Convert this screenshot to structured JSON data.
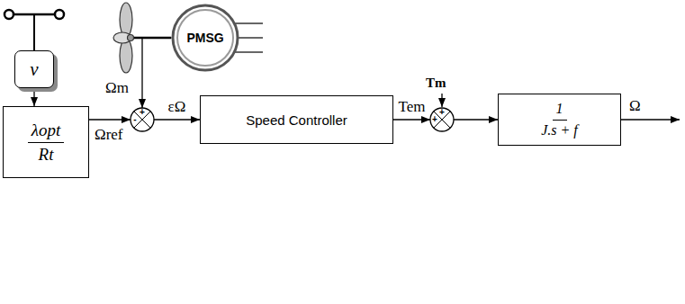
{
  "diagram": {
    "nodes": [
      {
        "text": [
          "PMSG"
        ]
      },
      {
        "text": [
          "v"
        ]
      },
      {
        "text": [
          "λopt",
          "Rt"
        ]
      },
      {
        "text": [
          "+",
          "-"
        ]
      },
      {
        "text": [
          "Speed Controller"
        ]
      },
      {
        "text": [
          "+",
          "+"
        ]
      },
      {
        "text": [
          "1",
          "J.s + f"
        ]
      }
    ],
    "edges": [
      {
        "from": 1,
        "to": 2,
        "arrow": "to"
      },
      {
        "from": 2,
        "to": 3,
        "arrow": "to"
      },
      {
        "from": 0,
        "to": 3,
        "arrow": "to"
      },
      {
        "from": 3,
        "to": 4,
        "label": "εΩ",
        "arrow": "to"
      },
      {
        "from": 4,
        "to": 5,
        "label": "Tem",
        "arrow": "to"
      },
      {
        "from": 5,
        "to": 6,
        "arrow": "to"
      }
    ],
    "labels": [
      "Ωm",
      "Ωref",
      "Tm",
      "Ω"
    ]
  }
}
